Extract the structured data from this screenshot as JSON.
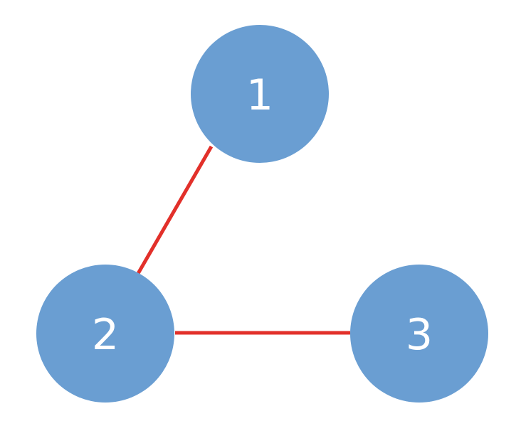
{
  "diagram": {
    "node_color": "#6a9ed2",
    "edge_color": "#e2302a",
    "nodes": [
      {
        "id": "1",
        "label": "1"
      },
      {
        "id": "2",
        "label": "2"
      },
      {
        "id": "3",
        "label": "3"
      }
    ],
    "edges": [
      {
        "from": "1",
        "to": "2"
      },
      {
        "from": "2",
        "to": "3"
      }
    ]
  }
}
